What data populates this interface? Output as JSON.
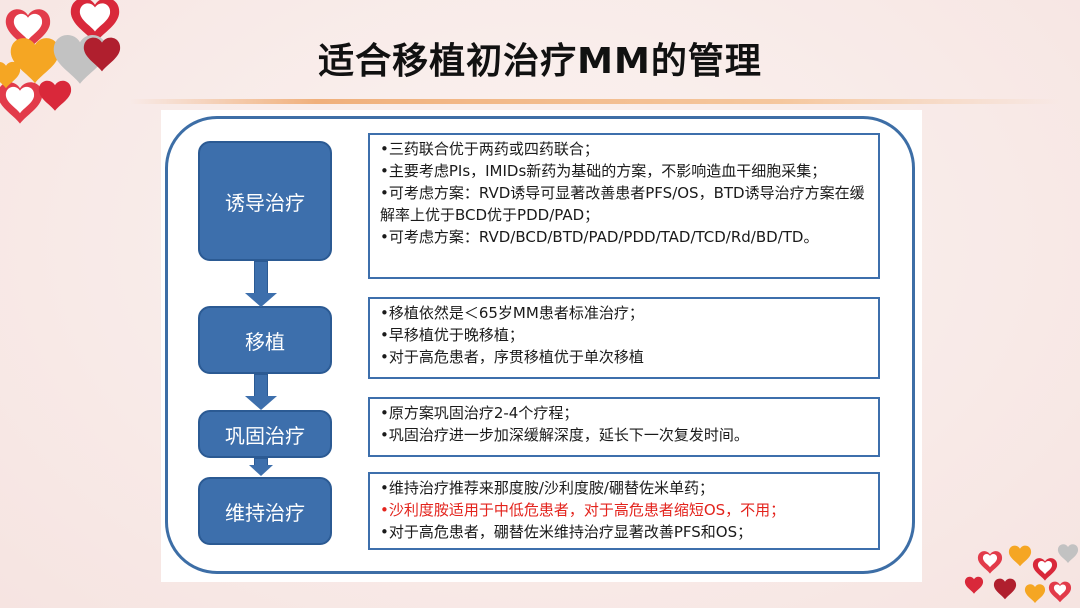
{
  "slide": {
    "title": "适合移植初治疗MM的管理"
  },
  "steps": [
    {
      "label": "诱导治疗",
      "lines": [
        "•三药联合优于两药或四药联合；",
        "•主要考虑PIs，IMIDs新药为基础的方案，不影响造血干细胞采集；",
        "•可考虑方案：RVD诱导可显著改善患者PFS/OS，BTD诱导治疗方案在缓解率上优于BCD优于PDD/PAD；",
        "•可考虑方案：RVD/BCD/BTD/PAD/PDD/TAD/TCD/Rd/BD/TD。"
      ]
    },
    {
      "label": "移植",
      "lines": [
        "•移植依然是＜65岁MM患者标准治疗；",
        "•早移植优于晚移植；",
        "•对于高危患者，序贯移植优于单次移植"
      ]
    },
    {
      "label": "巩固治疗",
      "lines": [
        "•原方案巩固治疗2-4个疗程；",
        "•巩固治疗进一步加深缓解深度，延长下一次复发时间。"
      ]
    },
    {
      "label": "维持治疗",
      "lines": [
        "•维持治疗推荐来那度胺/沙利度胺/硼替佐米单药；",
        "•沙利度胺适用于中低危患者，对于高危患者缩短OS，不用；",
        "•对于高危患者，硼替佐米维持治疗显著改善PFS和OS；"
      ]
    }
  ],
  "colors": {
    "box_fill": "#3d6fac",
    "box_border": "#2b5a93",
    "highlight_text": "#e3231c",
    "title_underline": "#f0b07c"
  }
}
